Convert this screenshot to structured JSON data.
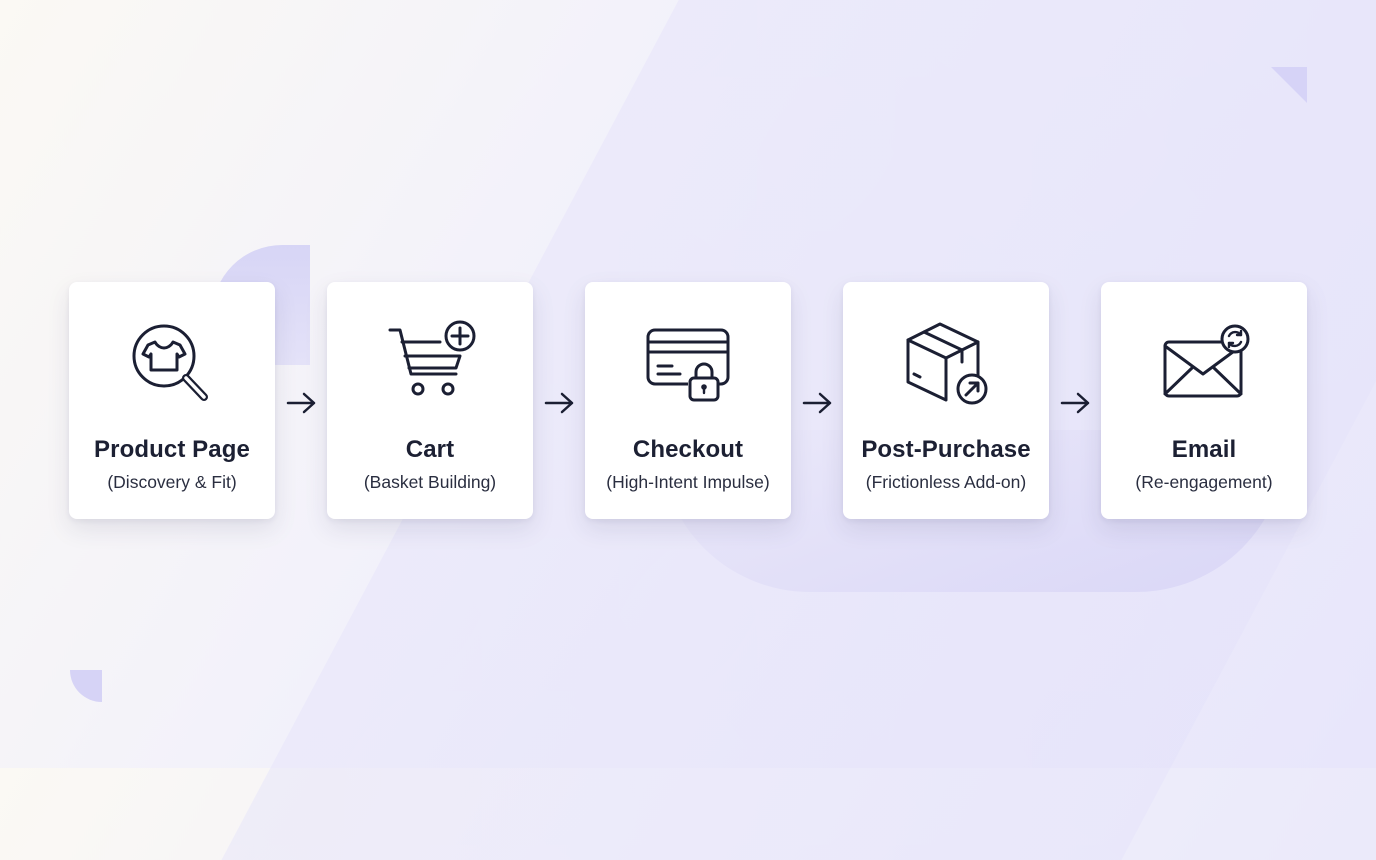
{
  "steps": [
    {
      "title": "Product Page",
      "subtitle": "(Discovery & Fit)",
      "icon": "tshirt-search-icon"
    },
    {
      "title": "Cart",
      "subtitle": "(Basket Building)",
      "icon": "cart-add-icon"
    },
    {
      "title": "Checkout",
      "subtitle": "(High-Intent Impulse)",
      "icon": "credit-card-lock-icon"
    },
    {
      "title": "Post-Purchase",
      "subtitle": "(Frictionless Add-on)",
      "icon": "box-arrow-icon"
    },
    {
      "title": "Email",
      "subtitle": "(Re-engagement)",
      "icon": "envelope-refresh-icon"
    }
  ],
  "colors": {
    "ink": "#1b1f33",
    "card": "#ffffff",
    "accent": "#d6d3f7"
  }
}
